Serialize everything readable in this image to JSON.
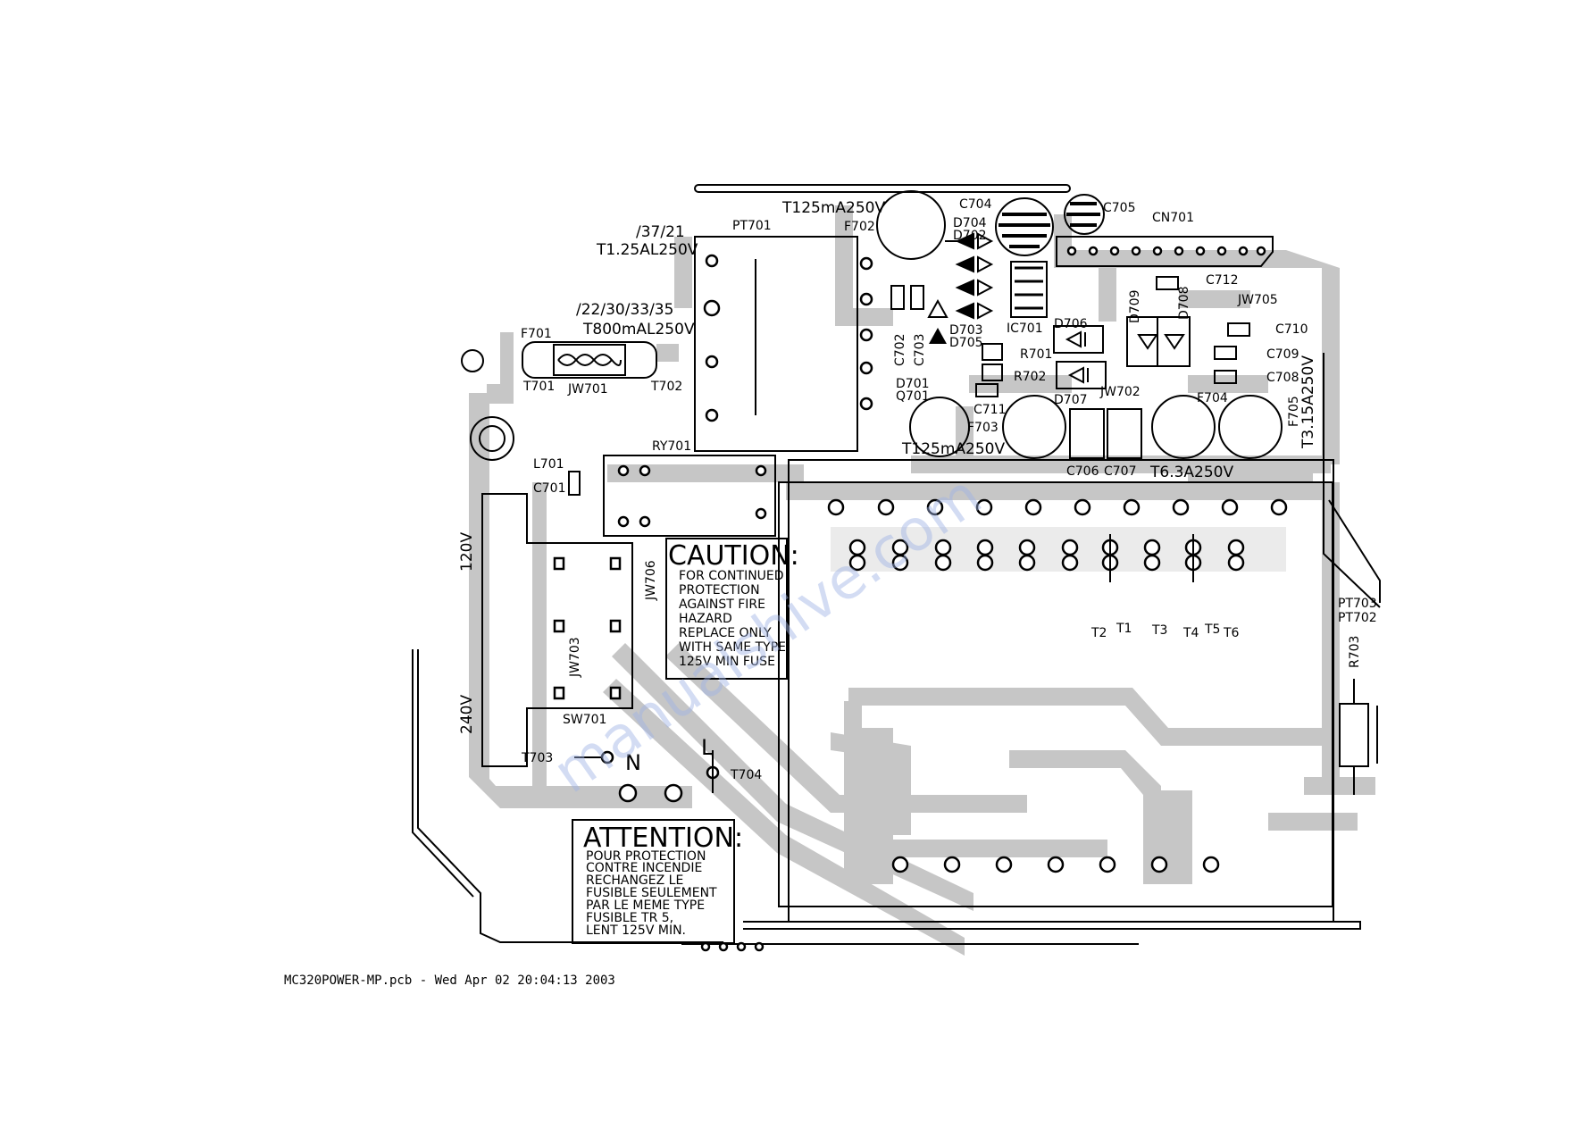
{
  "board": {
    "components": {
      "pt701": "PT701",
      "f702": "F702",
      "f702_rating": "T125mA250V",
      "c704": "C704",
      "c705": "C705",
      "cn701": "CN701",
      "d704": "D704",
      "d702": "D702",
      "d703": "D703",
      "d705": "D705",
      "d701": "D701",
      "q701": "Q701",
      "c702": "C702",
      "c703": "C703",
      "ic701": "IC701",
      "d706": "D706",
      "d707": "D707",
      "r701": "R701",
      "r702": "R702",
      "jw702": "JW702",
      "c711": "C711",
      "f703": "F703",
      "f703_rating": "T125mA250V",
      "c706": "C706",
      "c707": "C707",
      "f704": "F704",
      "f704_rating": "T6.3A250V",
      "f705": "F705",
      "f705_rating": "T3.15A250V",
      "d709": "D709",
      "d708": "D708",
      "c712": "C712",
      "jw705": "JW705",
      "c710": "C710",
      "c709": "C709",
      "c708": "C708",
      "f701": "F701",
      "f701_note_1": "/37/21",
      "f701_rating_1": "T1.25AL250V",
      "f701_note_2": "/22/30/33/35",
      "f701_rating_2": "T800mAL250V",
      "t701": "T701",
      "jw701": "JW701",
      "t702": "T702",
      "ry701": "RY701",
      "l701": "L701",
      "c701": "C701",
      "v120": "120V",
      "v240": "240V",
      "jw706": "JW706",
      "jw703": "JW703",
      "sw701": "SW701",
      "t703": "T703",
      "t704": "T704",
      "neutral": "N",
      "live": "L",
      "t1": "T1",
      "t2": "T2",
      "t3": "T3",
      "t4": "T4",
      "t5": "T5",
      "t6": "T6",
      "pt703": "PT703",
      "pt702": "PT702",
      "r703": "R703"
    },
    "caution": {
      "title": "CAUTION:",
      "lines": [
        "FOR CONTINUED",
        "PROTECTION",
        "AGAINST FIRE",
        "HAZARD",
        "REPLACE ONLY",
        "WITH SAME TYPE",
        "125V MIN FUSE"
      ]
    },
    "attention": {
      "title": "ATTENTION:",
      "lines": [
        "POUR PROTECTION",
        "CONTRE INCENDIE",
        "RECHANGEZ LE",
        "FUSIBLE SEULEMENT",
        "PAR LE MEME TYPE",
        "FUSIBLE TR 5,",
        "LENT 125V MIN."
      ]
    },
    "watermark": "manualshive.com"
  },
  "footer": {
    "text": "MC320POWER-MP.pcb - Wed Apr 02 20:04:13 2003"
  }
}
